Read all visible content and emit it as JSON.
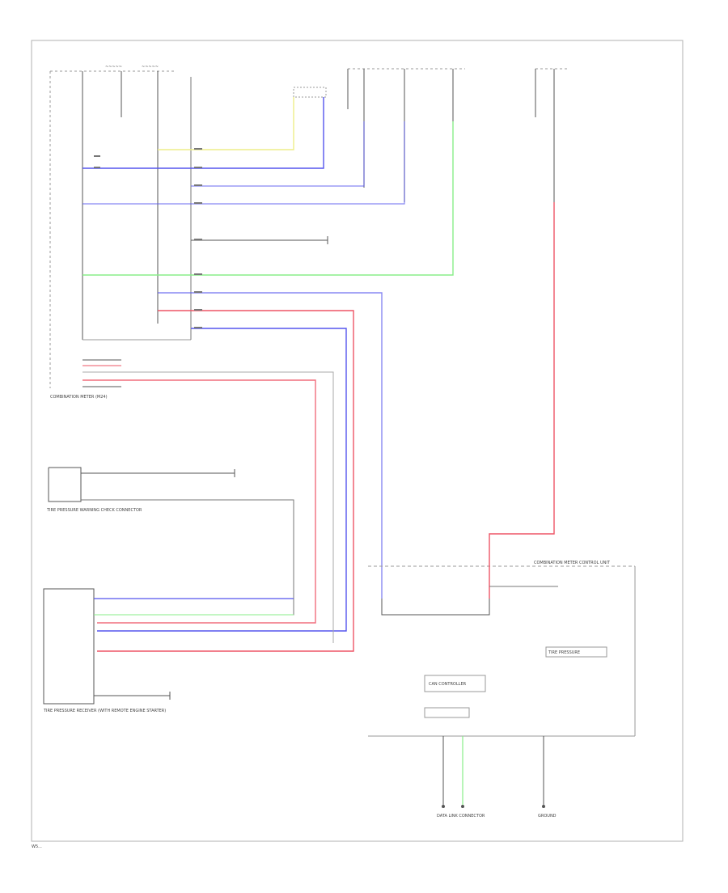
{
  "diagram": {
    "footer_code": "W5...",
    "colors": {
      "frame": "#b0b0b0",
      "wire_black": "#555555",
      "wire_blue": "#5555ee",
      "wire_red": "#ee5566",
      "wire_yellow": "#eeee88",
      "wire_green": "#88ee88",
      "wire_gray": "#aaaaaa"
    },
    "labels": {
      "combination_meter": "COMBINATION METER (M24)",
      "tpms_sensor": "TIRE PRESSURE WARNING CHECK CONNECTOR",
      "tpms_receiver": "TIRE PRESSURE RECEIVER (WITH REMOTE ENGINE STARTER)",
      "combination_meter_control": "COMBINATION METER CONTROL UNIT",
      "can_controller": "CAN CONTROLLER",
      "tire_pressure": "TIRE PRESSURE",
      "ground": "GROUND",
      "data_link": "DATA LINK CONNECTOR"
    },
    "icons": [
      "ground-icon",
      "connector-icon",
      "switch-icon"
    ]
  }
}
